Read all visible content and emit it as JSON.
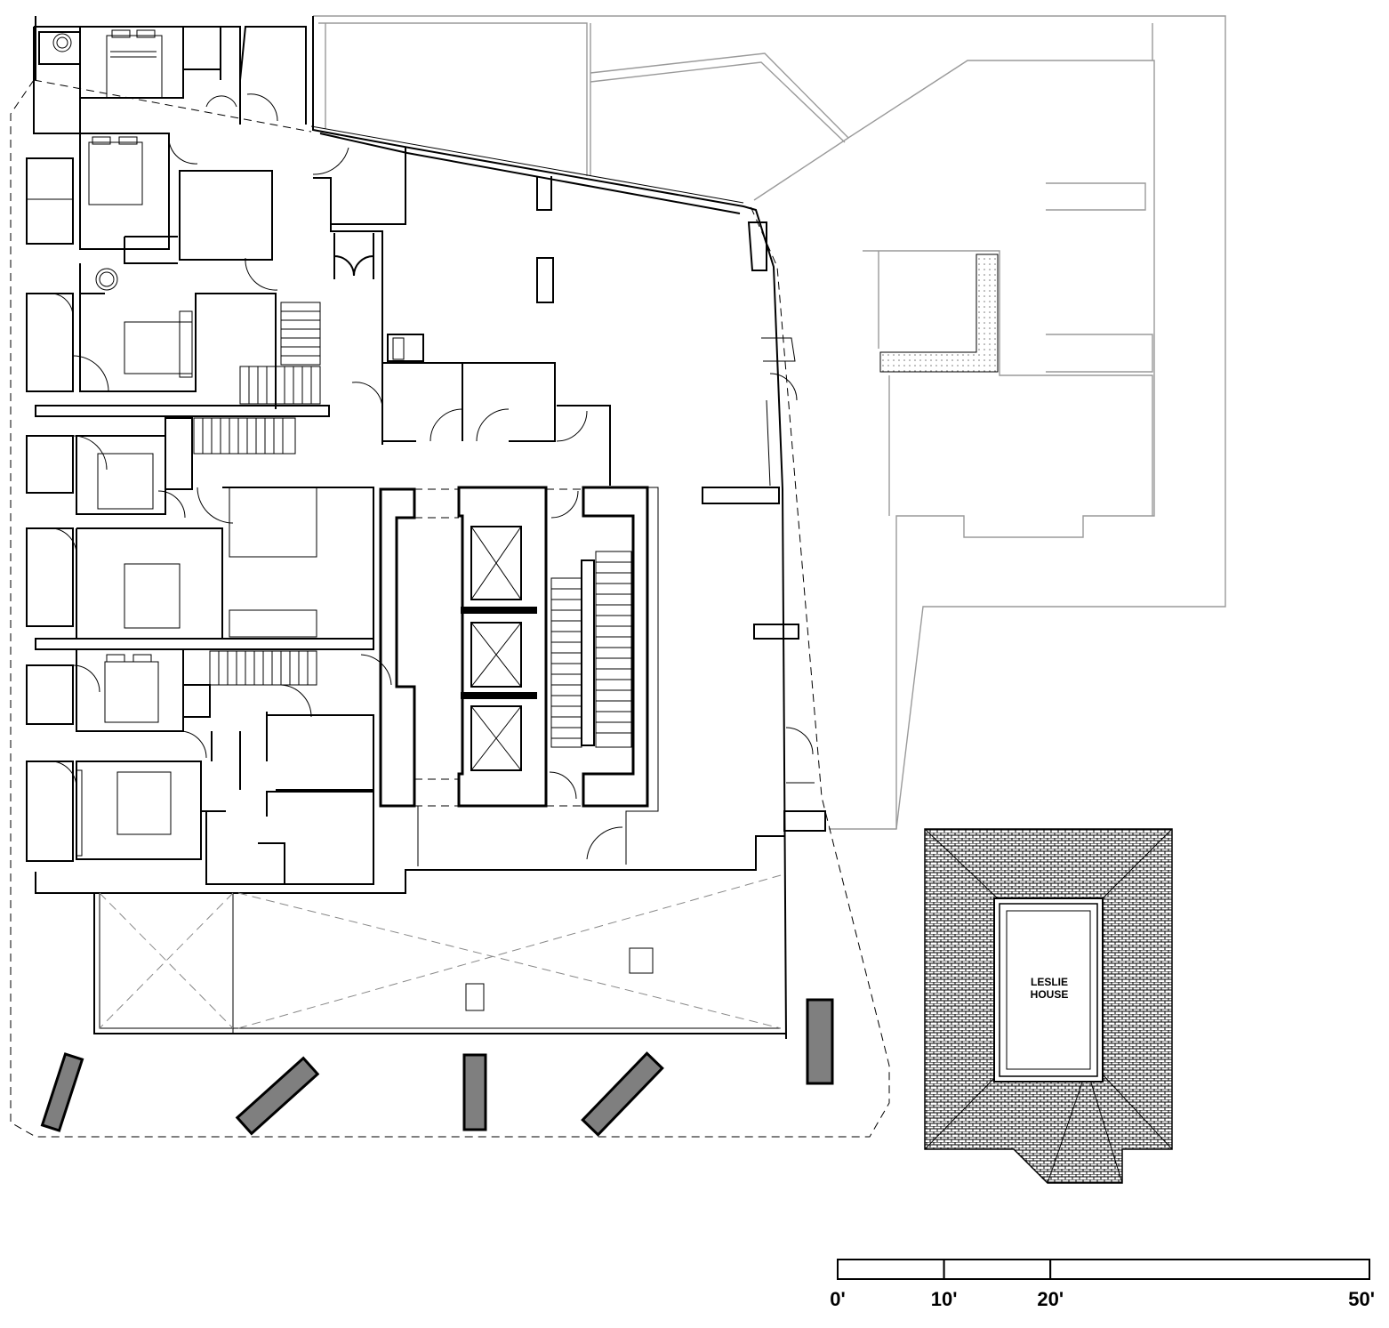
{
  "plan": {
    "building_label_line1": "LESLIE",
    "building_label_line2": "HOUSE"
  },
  "scale_bar": {
    "ticks": [
      {
        "label": "0'",
        "feet": 0
      },
      {
        "label": "10'",
        "feet": 10
      },
      {
        "label": "20'",
        "feet": 20
      },
      {
        "label": "50'",
        "feet": 50
      }
    ]
  }
}
